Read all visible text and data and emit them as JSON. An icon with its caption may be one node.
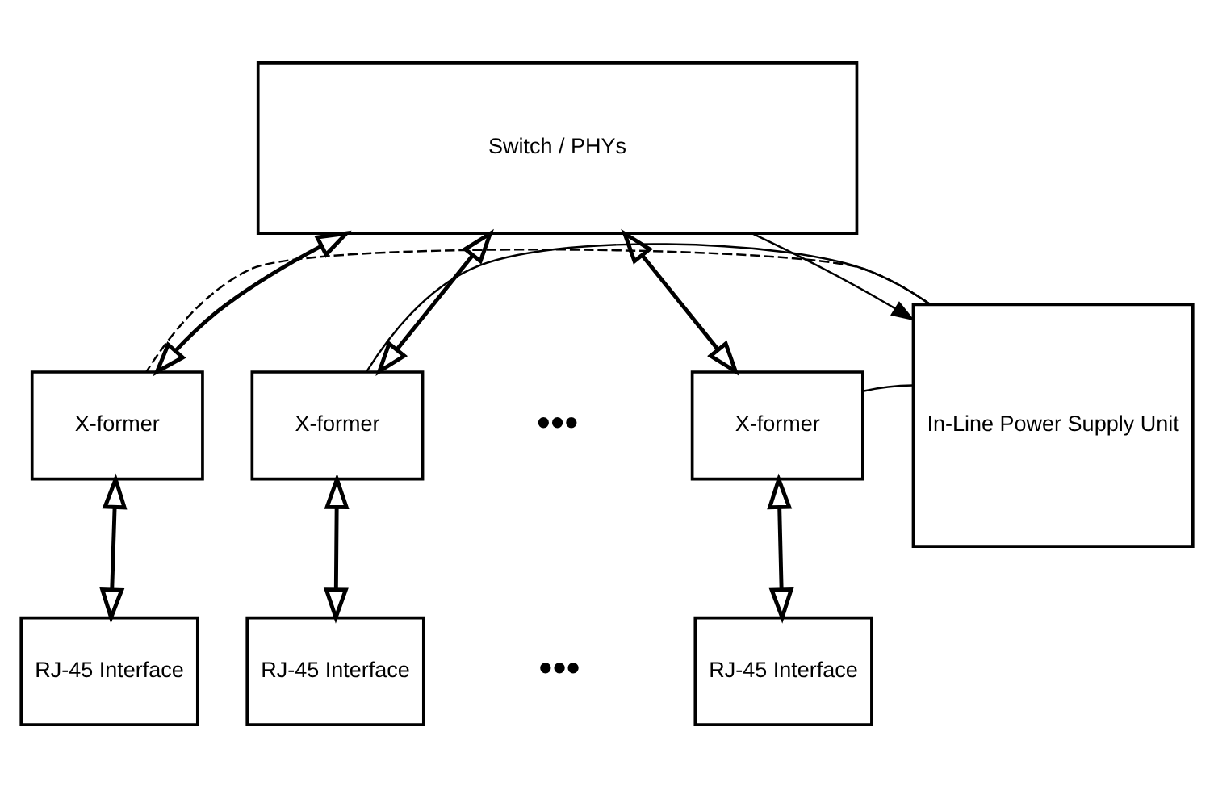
{
  "diagram": {
    "nodes": [
      {
        "text": [
          "Switch / PHYs"
        ]
      },
      {
        "text": [
          "In-Line Power Supply Unit"
        ]
      },
      {
        "text": [
          "X-former"
        ]
      },
      {
        "text": [
          "X-former"
        ]
      },
      {
        "text": [
          "X-former"
        ]
      },
      {
        "text": [
          "RJ-45 Interface"
        ]
      },
      {
        "text": [
          "RJ-45 Interface"
        ]
      },
      {
        "text": [
          "RJ-45 Interface"
        ]
      }
    ],
    "edges": [
      {
        "from": 0,
        "to": 1,
        "arrow": "to"
      },
      {
        "from": 0,
        "to": 2,
        "arrow": "both"
      },
      {
        "from": 0,
        "to": 3,
        "arrow": "both"
      },
      {
        "from": 0,
        "to": 4,
        "arrow": "both"
      },
      {
        "from": 2,
        "to": 5,
        "arrow": "both"
      },
      {
        "from": 3,
        "to": 6,
        "arrow": "both"
      },
      {
        "from": 4,
        "to": 7,
        "arrow": "both"
      },
      {
        "from": 1,
        "to": 2,
        "arrow": "none",
        "style": "dashed"
      },
      {
        "from": 1,
        "to": 3,
        "arrow": "none"
      },
      {
        "from": 1,
        "to": 4,
        "arrow": "none"
      }
    ],
    "labels": [
      "•••",
      "•••"
    ]
  }
}
